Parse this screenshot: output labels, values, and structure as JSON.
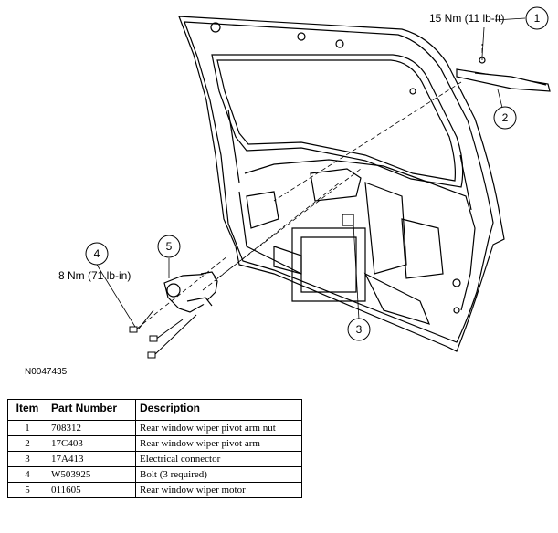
{
  "callouts": [
    {
      "num": "1",
      "torque": "15 Nm (11 lb-ft)"
    },
    {
      "num": "2",
      "torque": ""
    },
    {
      "num": "3",
      "torque": ""
    },
    {
      "num": "4",
      "torque": "8 Nm (71 lb-in)"
    },
    {
      "num": "5",
      "torque": ""
    }
  ],
  "figure_id": "N0047435",
  "table": {
    "headers": [
      "Item",
      "Part Number",
      "Description"
    ],
    "rows": [
      {
        "item": "1",
        "part_number": "708312",
        "description": "Rear window wiper pivot arm nut"
      },
      {
        "item": "2",
        "part_number": "17C403",
        "description": "Rear window wiper pivot arm"
      },
      {
        "item": "3",
        "part_number": "17A413",
        "description": "Electrical connector"
      },
      {
        "item": "4",
        "part_number": "W503925",
        "description": "Bolt (3 required)"
      },
      {
        "item": "5",
        "part_number": "011605",
        "description": "Rear window wiper motor"
      }
    ]
  }
}
